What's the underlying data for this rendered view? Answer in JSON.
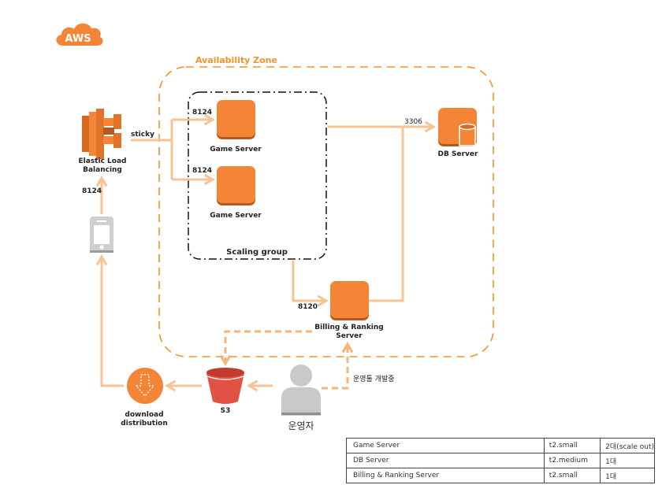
{
  "diagram": {
    "logo": {
      "text": "AWS",
      "color": "#F58536"
    },
    "availability_zone": {
      "label": "Availability Zone",
      "color": "#F0932B"
    },
    "scaling_group": {
      "label": "Scaling group"
    },
    "nodes": {
      "elb": {
        "label_line1": "Elastic Load",
        "label_line2": "Balancing"
      },
      "game_server_1": {
        "label": "Game Server"
      },
      "game_server_2": {
        "label": "Game Server"
      },
      "db_server": {
        "label": "DB Server"
      },
      "billing_server": {
        "label_line1": "Billing & Ranking",
        "label_line2": "Server"
      },
      "mobile_client": {
        "label": ""
      },
      "download": {
        "label_line1": "download",
        "label_line2": "distribution"
      },
      "s3": {
        "label": "S3"
      },
      "operator": {
        "label": "운영자"
      }
    },
    "edge_labels": {
      "sticky": "sticky",
      "gs1_port": "8124",
      "gs2_port": "8124",
      "client_to_elb_port": "8124",
      "db_port": "3306",
      "billing_port": "8120",
      "operator_tool": "운영툴 개발중"
    },
    "colors": {
      "orange": "#F58536",
      "orange_dark": "#B35A1F",
      "line": "#F7C294",
      "dash": "#F5B57A",
      "s3_red": "#E05243",
      "gray_icon": "#C9C9C9"
    }
  },
  "spec_table": {
    "rows": [
      {
        "name": "Game Server",
        "instance": "t2.small",
        "count": "2대(scale out)"
      },
      {
        "name": "DB Server",
        "instance": "t2.medium",
        "count": "1대"
      },
      {
        "name": "Billing & Ranking Server",
        "instance": "t2.small",
        "count": "1대"
      }
    ]
  }
}
